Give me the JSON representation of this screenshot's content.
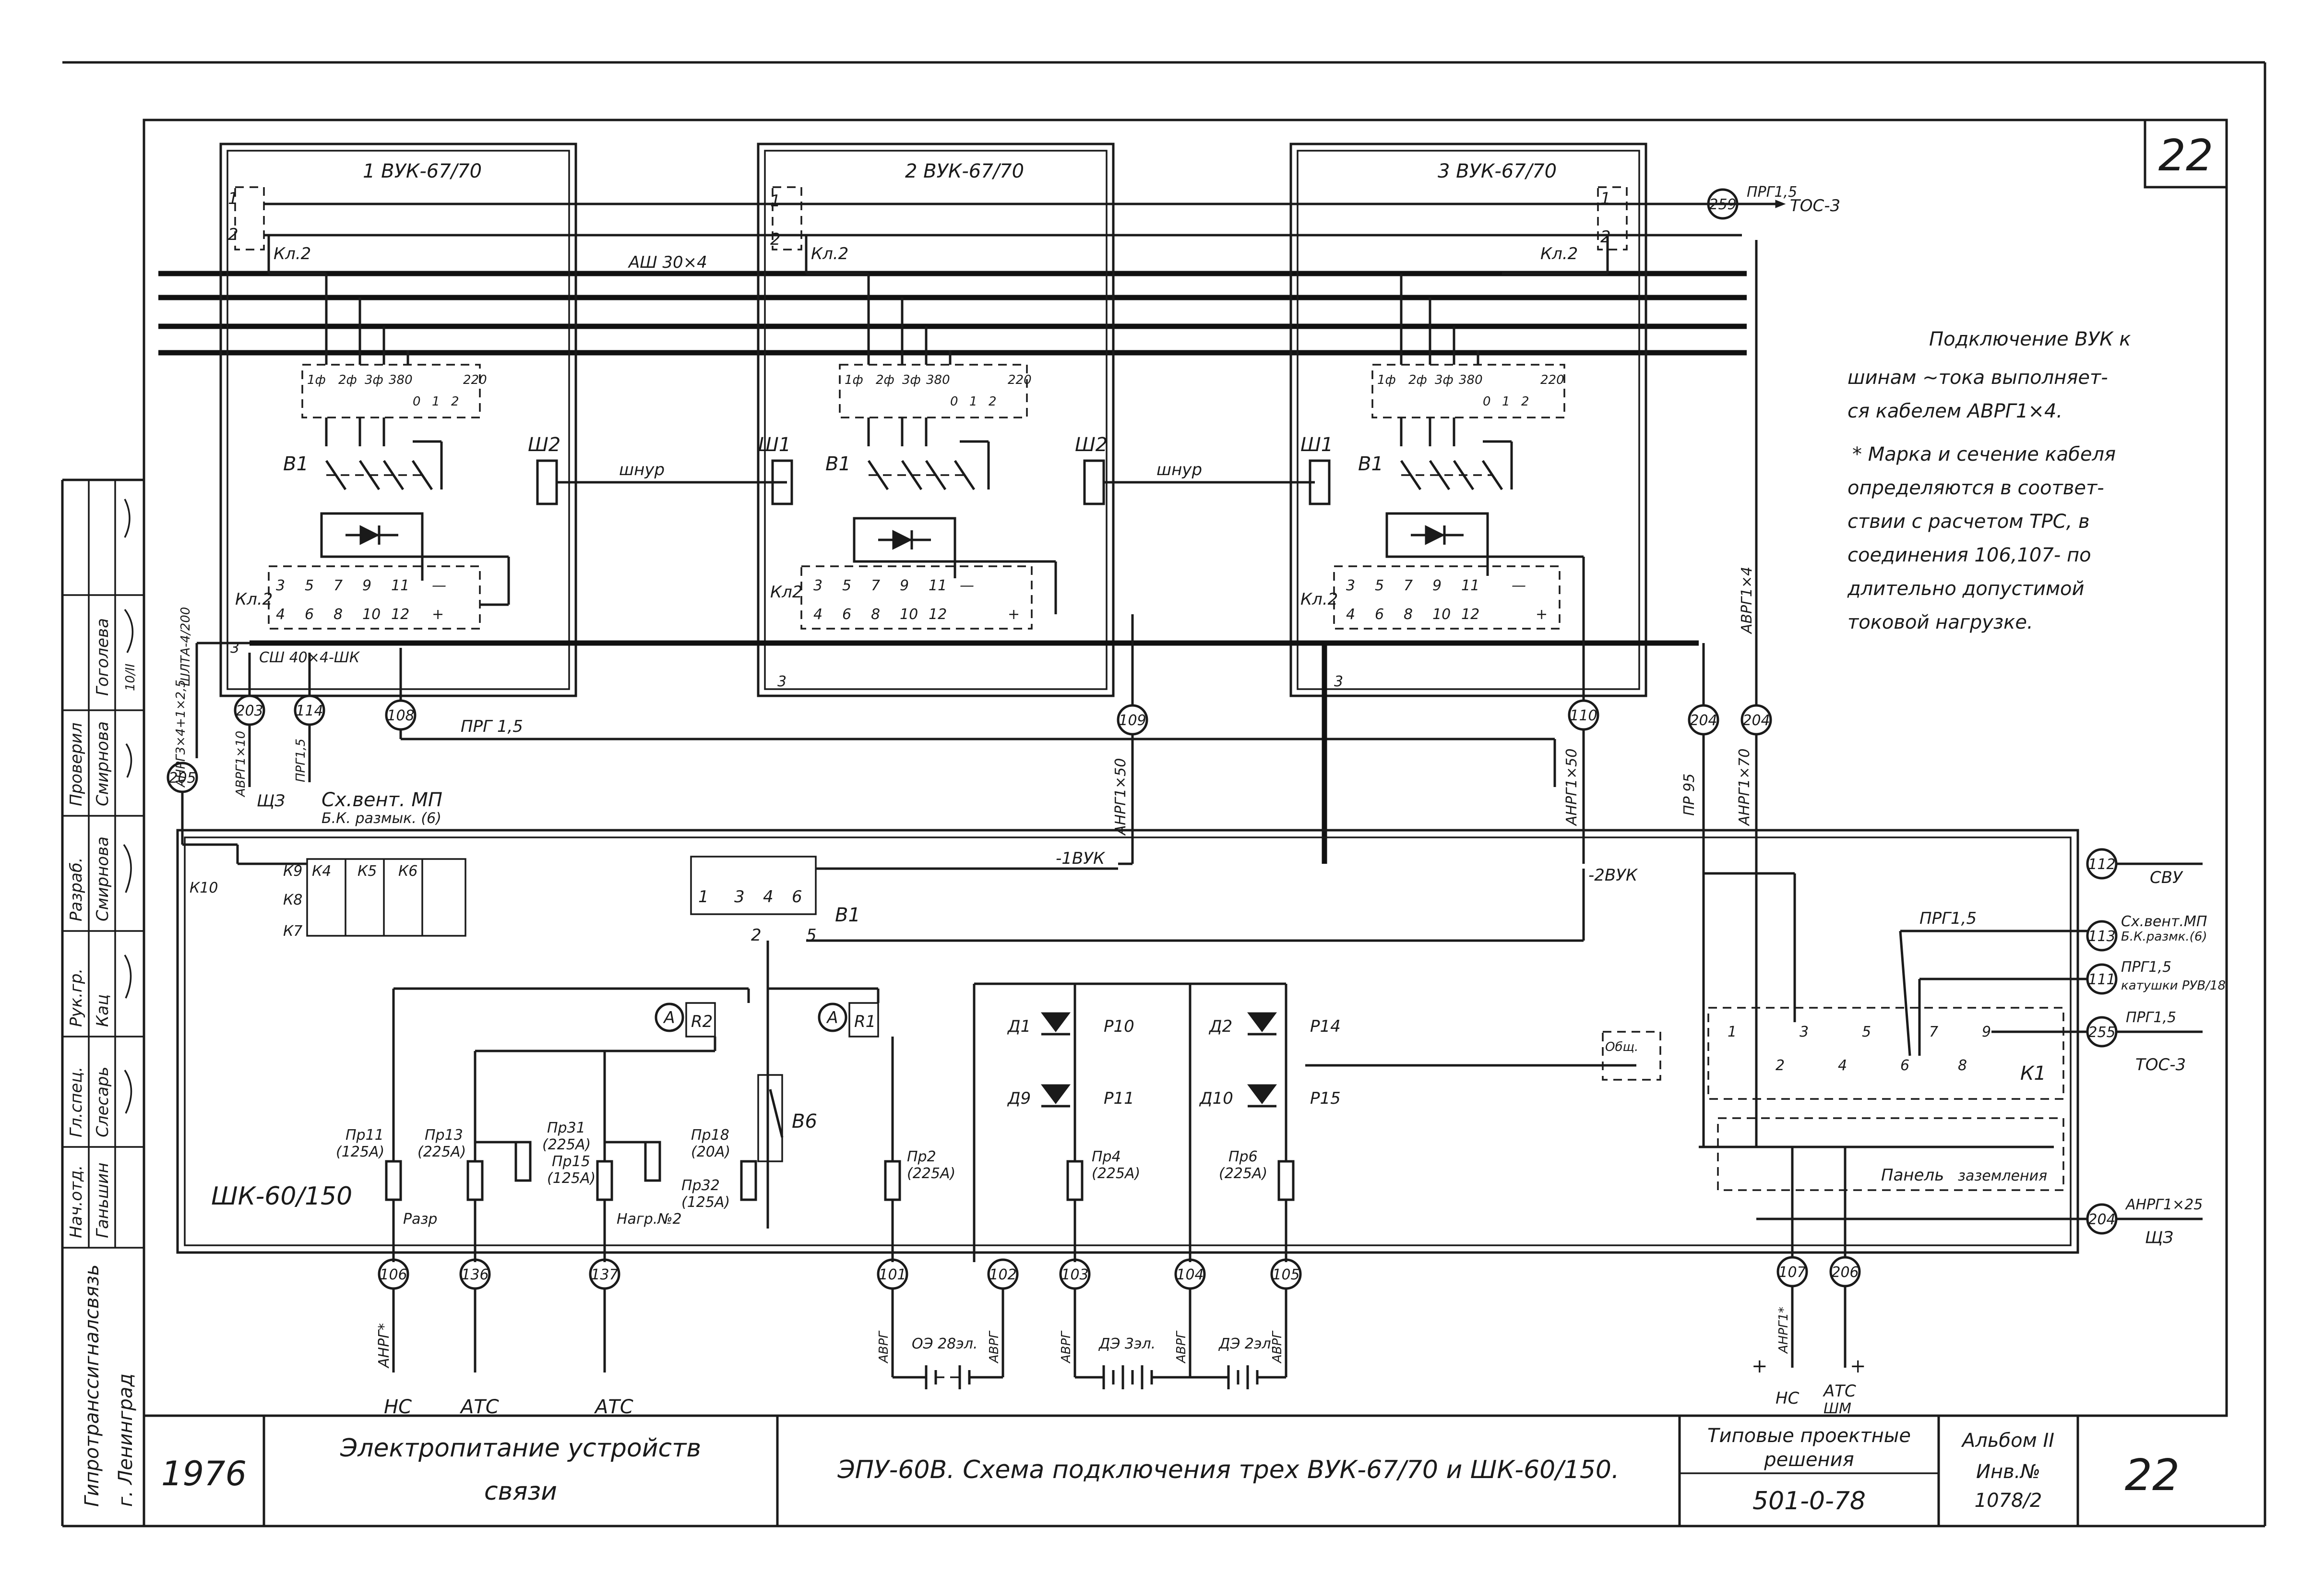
{
  "sheet": {
    "number": "22",
    "year": "1976",
    "subject_line1": "Электропитание устройств",
    "subject_line2": "связи",
    "drawing_title": "ЭПУ-60В. Схема подключения трех ВУК-67/70 и ШК-60/150.",
    "series_line1": "Типовые проектные",
    "series_line2": "решения",
    "series_code": "501-0-78",
    "album_label": "Альбом II",
    "inv_label": "Инв.№",
    "inv_number": "1078/2",
    "org_line1": "Гипротранссигналсвязь",
    "org_line2": "г. Ленинград"
  },
  "signatures": {
    "roles": [
      "Нач.отд.",
      "Гл.спец.",
      "Рук.гр.",
      "Разраб.",
      "Проверил"
    ],
    "names": [
      "Ганьшин",
      "Слесарь",
      "Кац",
      "Смирнова",
      "Смирнова",
      "Гоголева"
    ],
    "date": "10/II"
  },
  "rectifiers": [
    {
      "title": "1 ВУК-67/70",
      "plug": "Ш2"
    },
    {
      "title": "2 ВУК-67/70",
      "plug_left": "Ш1",
      "plug": "Ш2"
    },
    {
      "title": "3 ВУК-67/70",
      "plug_left": "Ш1"
    }
  ],
  "rect_labels": {
    "kl2": "Кл.2",
    "kl2_mid": "Кл2",
    "breaker": "В1",
    "cord": "шнур",
    "phases": [
      "1ф",
      "2ф",
      "3ф",
      "380"
    ],
    "volt_row": [
      "0",
      "1",
      "2",
      "220"
    ],
    "term_top": [
      "3",
      "5",
      "7",
      "9",
      "11",
      "—"
    ],
    "term_bot": [
      "4",
      "6",
      "8",
      "10",
      "12",
      "+"
    ],
    "t1": "1",
    "t2": "2",
    "t3": "3"
  },
  "busbar": {
    "label": "АШ 30×4"
  },
  "cables": {
    "shlta": "ШЛТА-4/200",
    "anrg3x4": "АНРГ3×4+1×2,5",
    "anrg1x10": "АВРГ1×10",
    "prg15_a": "ПРГ1,5",
    "prg15_b": "ПРГ 1,5",
    "csh": "СШ 40×4-ШК",
    "shch3": "ЩЗ",
    "anrg1x50": "АНРГ1×50",
    "anrg1x50_b": "АНРГ1×50",
    "pr95": "ПР 95",
    "anrg1x70": "АНРГ1×70",
    "avrg1x4": "АВРГ1×4",
    "prg15_top": "ПРГ1,5",
    "tos3_top": "ТОС-3",
    "ventmp": "Сх.вент. МП",
    "ventmp2": "Б.К. размык. (6)"
  },
  "terminals": {
    "n203": "203",
    "n114": "114",
    "n108": "108",
    "n109": "109",
    "n110": "110",
    "n204a": "204",
    "n204b": "204",
    "n205": "205",
    "n259": "259",
    "n112": "112",
    "n113": "113",
    "n111": "111",
    "n255": "255",
    "n204c": "204",
    "n106": "106",
    "n136": "136",
    "n137": "137",
    "n101": "101",
    "n102": "102",
    "n103": "103",
    "n104": "104",
    "n105": "105",
    "n107": "107",
    "n206": "206"
  },
  "notes": {
    "p1_l1": "Подключение ВУК к",
    "p1_l2": "шинам ~тока выполняет-",
    "p1_l3": "ся кабелем АВРГ1×4.",
    "p2_l1": "* Марка и сечение кабеля",
    "p2_l2": "определяются в соответ-",
    "p2_l3": "ствии с расчетом ТРС, в",
    "p2_l4": "соединения 106,107- по",
    "p2_l5": "длительно допустимой",
    "p2_l6": "токовой нагрузке."
  },
  "cabinet": {
    "title": "ШК-60/150",
    "k_labels": [
      "К10",
      "К9",
      "К8",
      "К7",
      "К4",
      "К5",
      "К6"
    ],
    "b1": "В1",
    "b1_terms": [
      "1",
      "3",
      "4",
      "6",
      "2",
      "5"
    ],
    "vuk1": "-1ВУК",
    "vuk2": "-2ВУК",
    "v6": "В6",
    "a1": "А",
    "r1": "R1",
    "a2": "А",
    "r2": "R2",
    "fuses": [
      {
        "name": "Пр11",
        "rating": "(125А)"
      },
      {
        "name": "Пр13",
        "rating": "(225А)"
      },
      {
        "name": "Пр31",
        "rating": "(225А)"
      },
      {
        "name": "Пр15",
        "rating": "(125А)"
      },
      {
        "name": "Пр18",
        "rating": "(20А)"
      },
      {
        "name": "Пр32",
        "rating": "(125А)"
      },
      {
        "name": "Пр2",
        "rating": "(225А)"
      },
      {
        "name": "Пр4",
        "rating": "(225А)"
      },
      {
        "name": "Пр6",
        "rating": "(225А)"
      }
    ],
    "razr": "Разр",
    "nagr2": "Нагр.№2",
    "diodes": [
      "Д1",
      "Д9",
      "Д2",
      "Д10"
    ],
    "relays": [
      "Р10",
      "Р11",
      "Р14",
      "Р15"
    ],
    "common": "Общ.",
    "k1": "К1",
    "k1_terms": [
      "1",
      "3",
      "5",
      "7",
      "9",
      "2",
      "4",
      "6",
      "8"
    ],
    "panel": "Панель",
    "ground": "заземления",
    "svu": "СВУ",
    "prg15_r1": "ПРГ1,5",
    "ventmp_r": "Сх.вент.МП",
    "ventmp_r2": "Б.К.размк.(6)",
    "prg15_r2": "ПРГ1,5",
    "ruv": "катушки РУВ/18",
    "prg15_r3": "ПРГ1,5",
    "tos3": "ТОС-3",
    "anrg1x25": "АНРГ1×25",
    "shch3": "ЩЗ"
  },
  "bottom": {
    "hs1": "НС",
    "ats1": "АТС",
    "ats2": "АТС",
    "anrg": "АНРГ*",
    "avrg": "АВРГ",
    "bat1": "ОЭ 28эл.",
    "bat2": "ДЭ 3эл.",
    "bat3": "ДЭ 2эл.",
    "hs2": "НС",
    "ats3": "АТС",
    "shm": "ШМ",
    "anrg_r": "АНРГ1*",
    "plus": "+"
  }
}
